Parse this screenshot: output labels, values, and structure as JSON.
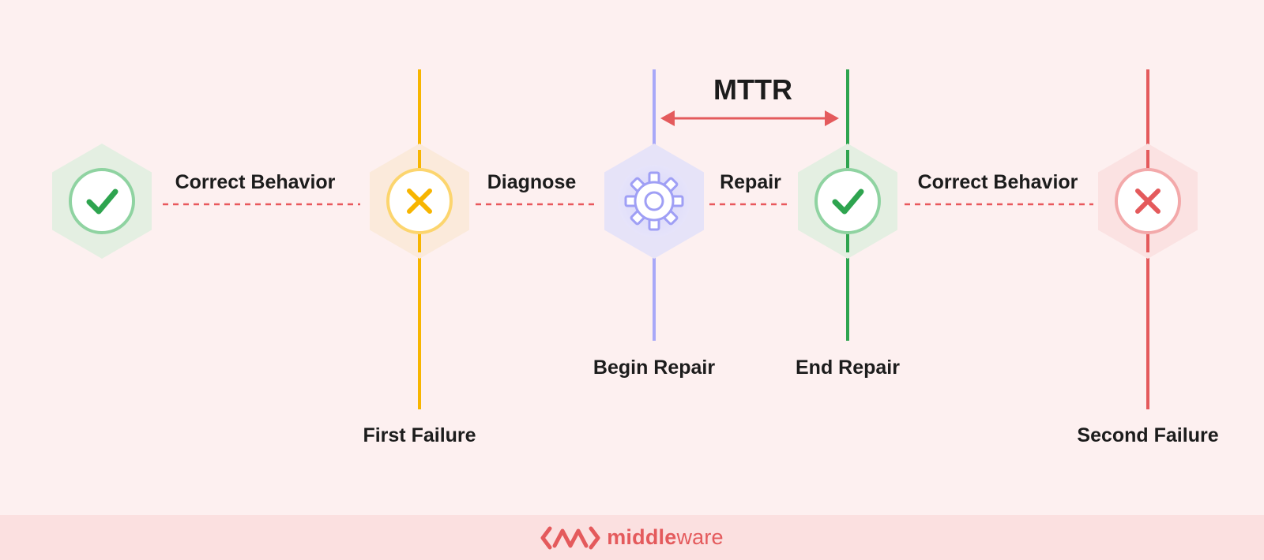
{
  "diagram": {
    "mttr_label": "MTTR",
    "events": [
      {
        "id": "first-failure",
        "label": "First Failure"
      },
      {
        "id": "begin-repair",
        "label": "Begin Repair"
      },
      {
        "id": "end-repair",
        "label": "End Repair"
      },
      {
        "id": "second-failure",
        "label": "Second Failure"
      }
    ],
    "phases": [
      {
        "label": "Correct Behavior"
      },
      {
        "label": "Diagnose"
      },
      {
        "label": "Repair"
      },
      {
        "label": "Correct Behavior"
      }
    ],
    "nodes": [
      {
        "icon": "check-icon",
        "status": "ok"
      },
      {
        "icon": "x-icon",
        "status": "warning"
      },
      {
        "icon": "gear-icon",
        "status": "repair"
      },
      {
        "icon": "check-icon",
        "status": "ok"
      },
      {
        "icon": "x-icon",
        "status": "failure"
      }
    ]
  },
  "colors": {
    "background": "#fdf0f0",
    "green": "#2ea44f",
    "yellow": "#f7b500",
    "purple": "#a8a8f8",
    "red": "#e45a5c",
    "dash": "#e9585c"
  },
  "footer": {
    "logo_part1": "middle",
    "logo_part2": "ware"
  }
}
